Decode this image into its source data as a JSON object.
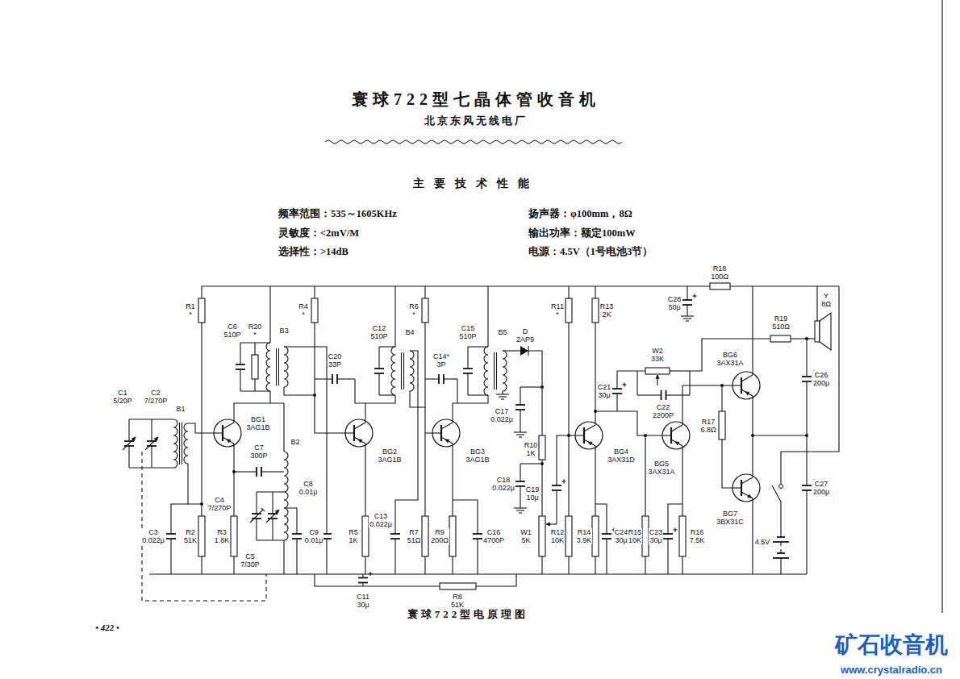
{
  "diagram": {
    "title": "寰球722型七晶体管收音机",
    "caption": "寰球722型电原理图",
    "labels": [
      "北京东风无线电厂",
      "主要技术性能",
      "频率范围：535～1605KHz",
      "灵敏度：<2mV/M",
      "选择性：>14dB",
      "扬声器：φ100mm，8Ω",
      "输出功率：额定100mW",
      "电源：4.5V（1号电池3节）",
      "C1 5/20P",
      "C2 7/270P",
      "B1",
      "BG1 3AG1B",
      "R1 *",
      "C6 510P",
      "R20 *",
      "B3",
      "C7 300P",
      "C5 7/30P",
      "C4 7/270P",
      "B2",
      "C3 0.022μ",
      "R2 51K",
      "R3 1.8K",
      "C8 0.01μ",
      "R4 *",
      "C20 33P",
      "C12 510P",
      "B4",
      "BG2 3AG1B",
      "C9 0.01μ",
      "R5 1K",
      "C13 0.022μ",
      "C11 30μ",
      "R8 51K",
      "R6 *",
      "C14* 3P",
      "C15 510P",
      "B5",
      "BG3 3AG1B",
      "R7 51Ω",
      "R9 200Ω",
      "C16 4700P",
      "D 2AP9",
      "C17 0.022μ",
      "R10 1K",
      "C18 0.022μ",
      "C19 10μ",
      "W1 5K",
      "R11 *",
      "R12 10K",
      "R13 2K",
      "BG4 3AX31D",
      "C21 30μ",
      "W2 33K",
      "C22 2200P",
      "R14 3.9K",
      "C24 30μ",
      "R15 10K",
      "C23 30μ",
      "R16 7.5K",
      "BG5 3AX31A",
      "C28 50μ",
      "R18 100Ω",
      "BG6 3AX31A",
      "R19 510Ω",
      "Y 8Ω",
      "C26 200μ",
      "R17 6.8Ω",
      "BG7 3BX31C",
      "C27 200μ",
      "4.5V",
      "• 422 •",
      "矿石收音机",
      "www.crystalradio.cn"
    ]
  }
}
